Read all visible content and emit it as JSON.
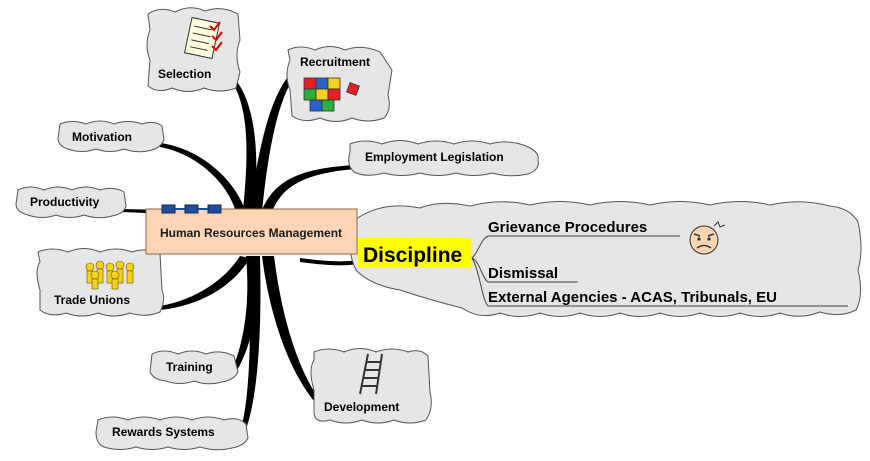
{
  "central": {
    "label": "Human Resources Management"
  },
  "branches": {
    "selection": "Selection",
    "recruitment": "Recruitment",
    "motivation": "Motivation",
    "employment_legislation": "Employment Legislation",
    "productivity": "Productivity",
    "trade_unions": "Trade Unions",
    "training": "Training",
    "development": "Development",
    "rewards_systems": "Rewards Systems"
  },
  "discipline": {
    "label": "Discipline",
    "children": [
      "Grievance Procedures",
      "Dismissal",
      "External Agencies - ACAS, Tribunals, EU"
    ]
  },
  "colors": {
    "cloud_fill": "#e6e6e6",
    "central_fill": "#fcd5b4",
    "highlight": "#ffff00",
    "connector": "#000000",
    "handle": "#1f4e9a"
  },
  "icons": {
    "selection": "checklist-icon",
    "recruitment": "puzzle-icon",
    "trade_unions": "crowd-icon",
    "development": "ladder-icon",
    "grievance": "angry-face-icon"
  }
}
